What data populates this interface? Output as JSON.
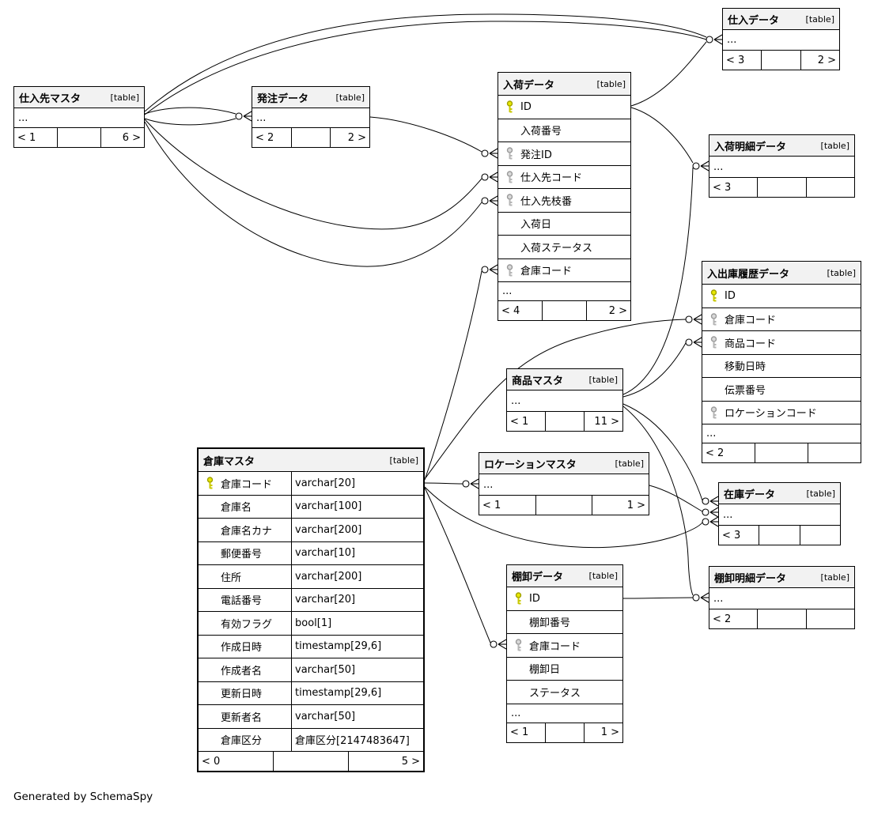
{
  "diagram": {
    "generator_note": "Generated by SchemaSpy",
    "colors": {
      "primary_key_icon": "#e8e800",
      "primary_key_outline": "#a0a000",
      "foreign_key_icon": "#d9d9d9",
      "foreign_key_outline": "#9a9a9a",
      "header_bg": "#f2f2f2",
      "line": "#000000"
    },
    "tables": [
      {
        "id": "shiire-data",
        "name": "仕入データ",
        "tag": "[table]",
        "columns": [],
        "ellipsis": true,
        "footer": {
          "left": "< 3",
          "mid": "",
          "right": "2 >"
        }
      },
      {
        "id": "shiiresaki-master",
        "name": "仕入先マスタ",
        "tag": "[table]",
        "columns": [],
        "ellipsis": true,
        "footer": {
          "left": "< 1",
          "mid": "",
          "right": "6 >"
        }
      },
      {
        "id": "hacchuu-data",
        "name": "発注データ",
        "tag": "[table]",
        "columns": [],
        "ellipsis": true,
        "footer": {
          "left": "< 2",
          "mid": "",
          "right": "2 >"
        }
      },
      {
        "id": "nyuka-data",
        "name": "入荷データ",
        "tag": "[table]",
        "columns": [
          {
            "name": "ID",
            "key": "pk"
          },
          {
            "name": "入荷番号",
            "key": null
          },
          {
            "name": "発注ID",
            "key": "fk"
          },
          {
            "name": "仕入先コード",
            "key": "fk"
          },
          {
            "name": "仕入先枝番",
            "key": "fk"
          },
          {
            "name": "入荷日",
            "key": null
          },
          {
            "name": "入荷ステータス",
            "key": null
          },
          {
            "name": "倉庫コード",
            "key": "fk"
          }
        ],
        "ellipsis": true,
        "footer": {
          "left": "< 4",
          "mid": "",
          "right": "2 >"
        }
      },
      {
        "id": "nyuka-meisai-data",
        "name": "入荷明細データ",
        "tag": "[table]",
        "columns": [],
        "ellipsis": true,
        "footer": {
          "left": "< 3",
          "mid": "",
          "right": ""
        }
      },
      {
        "id": "nyushukko-rireki-data",
        "name": "入出庫履歴データ",
        "tag": "[table]",
        "columns": [
          {
            "name": "ID",
            "key": "pk"
          },
          {
            "name": "倉庫コード",
            "key": "fk"
          },
          {
            "name": "商品コード",
            "key": "fk"
          },
          {
            "name": "移動日時",
            "key": null
          },
          {
            "name": "伝票番号",
            "key": null
          },
          {
            "name": "ロケーションコード",
            "key": "fk"
          }
        ],
        "ellipsis": true,
        "footer": {
          "left": "< 2",
          "mid": "",
          "right": ""
        }
      },
      {
        "id": "shohin-master",
        "name": "商品マスタ",
        "tag": "[table]",
        "columns": [],
        "ellipsis": true,
        "footer": {
          "left": "< 1",
          "mid": "",
          "right": "11 >"
        }
      },
      {
        "id": "location-master",
        "name": "ロケーションマスタ",
        "tag": "[table]",
        "columns": [],
        "ellipsis": true,
        "footer": {
          "left": "< 1",
          "mid": "",
          "right": "1 >"
        }
      },
      {
        "id": "soko-master",
        "name": "倉庫マスタ",
        "tag": "[table]",
        "focus": true,
        "columns": [
          {
            "name": "倉庫コード",
            "key": "pk",
            "type": "varchar[20]"
          },
          {
            "name": "倉庫名",
            "key": null,
            "type": "varchar[100]"
          },
          {
            "name": "倉庫名カナ",
            "key": null,
            "type": "varchar[200]"
          },
          {
            "name": "郵便番号",
            "key": null,
            "type": "varchar[10]"
          },
          {
            "name": "住所",
            "key": null,
            "type": "varchar[200]"
          },
          {
            "name": "電話番号",
            "key": null,
            "type": "varchar[20]"
          },
          {
            "name": "有効フラグ",
            "key": null,
            "type": "bool[1]"
          },
          {
            "name": "作成日時",
            "key": null,
            "type": "timestamp[29,6]"
          },
          {
            "name": "作成者名",
            "key": null,
            "type": "varchar[50]"
          },
          {
            "name": "更新日時",
            "key": null,
            "type": "timestamp[29,6]"
          },
          {
            "name": "更新者名",
            "key": null,
            "type": "varchar[50]"
          },
          {
            "name": "倉庫区分",
            "key": null,
            "type": "倉庫区分[2147483647]"
          }
        ],
        "ellipsis": false,
        "footer": {
          "left": "< 0",
          "mid": "",
          "right": "5 >"
        }
      },
      {
        "id": "zaiko-data",
        "name": "在庫データ",
        "tag": "[table]",
        "columns": [],
        "ellipsis": true,
        "footer": {
          "left": "< 3",
          "mid": "",
          "right": ""
        }
      },
      {
        "id": "tanaoroshi-data",
        "name": "棚卸データ",
        "tag": "[table]",
        "columns": [
          {
            "name": "ID",
            "key": "pk"
          },
          {
            "name": "棚卸番号",
            "key": null
          },
          {
            "name": "倉庫コード",
            "key": "fk"
          },
          {
            "name": "棚卸日",
            "key": null
          },
          {
            "name": "ステータス",
            "key": null
          }
        ],
        "ellipsis": true,
        "footer": {
          "left": "< 1",
          "mid": "",
          "right": "1 >"
        }
      },
      {
        "id": "tanaoroshi-meisai-data",
        "name": "棚卸明細データ",
        "tag": "[table]",
        "columns": [],
        "ellipsis": true,
        "footer": {
          "left": "< 2",
          "mid": "",
          "right": ""
        }
      }
    ],
    "relationships": [
      {
        "parent": "仕入先マスタ",
        "child": "仕入データ"
      },
      {
        "parent": "仕入先マスタ",
        "child": "仕入データ"
      },
      {
        "parent": "仕入先マスタ",
        "child": "発注データ"
      },
      {
        "parent": "仕入先マスタ",
        "child": "発注データ"
      },
      {
        "parent": "仕入先マスタ",
        "child": "入荷データ.仕入先コード"
      },
      {
        "parent": "仕入先マスタ",
        "child": "入荷データ.仕入先枝番"
      },
      {
        "parent": "発注データ",
        "child": "入荷データ.発注ID"
      },
      {
        "parent": "入荷データ",
        "child": "仕入データ"
      },
      {
        "parent": "入荷データ",
        "child": "入荷明細データ"
      },
      {
        "parent": "商品マスタ",
        "child": "入荷明細データ"
      },
      {
        "parent": "倉庫マスタ",
        "child": "入荷データ.倉庫コード"
      },
      {
        "parent": "倉庫マスタ",
        "child": "入出庫履歴データ.倉庫コード"
      },
      {
        "parent": "商品マスタ",
        "child": "入出庫履歴データ.商品コード"
      },
      {
        "parent": "倉庫マスタ",
        "child": "ロケーションマスタ"
      },
      {
        "parent": "倉庫マスタ",
        "child": "在庫データ"
      },
      {
        "parent": "ロケーションマスタ",
        "child": "在庫データ"
      },
      {
        "parent": "商品マスタ",
        "child": "在庫データ"
      },
      {
        "parent": "倉庫マスタ",
        "child": "棚卸データ.倉庫コード"
      },
      {
        "parent": "棚卸データ",
        "child": "棚卸明細データ"
      },
      {
        "parent": "商品マスタ",
        "child": "棚卸明細データ"
      }
    ]
  }
}
